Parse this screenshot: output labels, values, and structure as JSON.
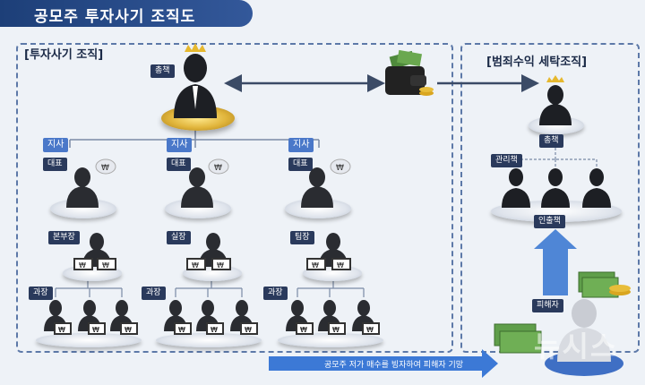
{
  "header": {
    "title": "공모주 투자사기 조직도"
  },
  "left_panel": {
    "title": "[투자사기 조직]",
    "boss_label": "총책",
    "branches": [
      {
        "branch_label": "지사",
        "rep_label": "대표",
        "manager_label": "본부장",
        "section_label": "과장"
      },
      {
        "branch_label": "지사",
        "rep_label": "대표",
        "manager_label": "실장",
        "section_label": "과장"
      },
      {
        "branch_label": "지사",
        "rep_label": "대표",
        "manager_label": "팀장",
        "section_label": "과장"
      }
    ],
    "won_symbol": "₩"
  },
  "right_panel": {
    "title": "[범죄수익 세탁조직]",
    "boss_label": "총책",
    "manager_label": "관리책",
    "withdraw_label": "인출책",
    "victim_label": "피해자"
  },
  "footer": {
    "arrow_text": "공모주 저가 매수를 빙자하여 피해자 기망"
  },
  "watermark": "뉴시스",
  "colors": {
    "title_bar": "#1d3f78",
    "branch_tag": "#4a78c9",
    "role_tag": "#2a3a5c",
    "arrow_blue": "#4f86d6",
    "gold": "#e0b43a"
  }
}
